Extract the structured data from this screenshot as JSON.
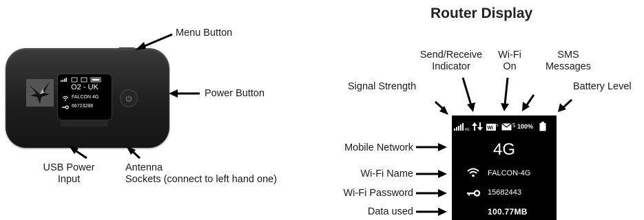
{
  "title": "Router Display",
  "left_labels": {
    "menu_button": "Menu Button",
    "power_button": "Power Button",
    "usb_line1": "USB Power",
    "usb_line2": "Input",
    "antenna_line1": "Antenna",
    "antenna_line2": "Sockets (connect to left hand one)"
  },
  "device_screen": {
    "network": "O2 - UK",
    "wifi_name": "FALCON 4G",
    "password": "66723288"
  },
  "right_labels": {
    "send_receive_line1": "Send/Receive",
    "send_receive_line2": "Indicator",
    "wifi_on_line1": "Wi-Fi",
    "wifi_on_line2": "On",
    "sms_line1": "SMS",
    "sms_line2": "Messages",
    "signal_strength": "Signal Strength",
    "battery_level": "Battery Level",
    "mobile_network": "Mobile Network",
    "wifi_name": "Wi-Fi Name",
    "wifi_password": "Wi-Fi Password",
    "data_used": "Data used"
  },
  "display": {
    "sms_count": "5",
    "battery_text": "100%",
    "network": "4G",
    "wifi_name": "FALCON-4G",
    "password": "15682443",
    "data_used": "100.77MB"
  },
  "icons": [
    "arrow-icon",
    "power-icon",
    "eagle-logo-icon",
    "signal-bars-icon",
    "send-receive-arrows-icon",
    "wifi-status-icon",
    "envelope-icon",
    "battery-icon",
    "wifi-icon",
    "key-icon"
  ]
}
